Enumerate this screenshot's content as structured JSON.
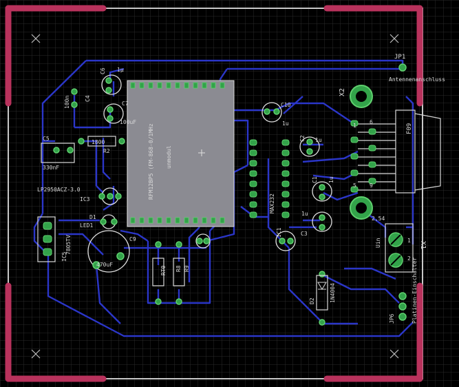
{
  "colors": {
    "background": "#000000",
    "grid": "#2a2a2a",
    "outline": "#c8c8c8",
    "trace": "#2b36c9",
    "copper_top": "#b8325c",
    "pad": "#33a34a",
    "pad_ring": "#5fd06e",
    "silk": "#d8d8d8",
    "module_fill": "#8b8b92"
  },
  "labels": {
    "jp1": "JP1",
    "antenne": "Antennenanschluss",
    "x2": "X2",
    "f09": "F09",
    "c6": "C6",
    "c6_val": "1µ",
    "c4": "C4",
    "c4_val": "100n",
    "c7": "C7",
    "c7_val": "100uF",
    "c5": "C5",
    "c5_val": "330nF",
    "r2_val": "1800",
    "r2": "R2",
    "c10": "C10",
    "c10_val": "1u",
    "c2": "C2",
    "c2_val": "1u",
    "c1": "C1",
    "c1_val": "1u",
    "c3": "C3",
    "c3_val": "1u",
    "ic3_val": "LP2950ACZ-3.0",
    "ic3": "IC3",
    "d1": "D1",
    "led1": "LED1",
    "ic5": "IC5",
    "ic5_val": "7805TV",
    "c9": "C9",
    "c9_val": "470uF",
    "rt0": "RT0",
    "r8": "R8",
    "r9": "R9",
    "ic1": "IC1",
    "max232": "MAX232",
    "d2": "D2",
    "d2_val": "1N4004",
    "x1": "X1",
    "uin": "Uin",
    "dim_254": "2,54",
    "jp6": "JP6",
    "platinen": "Platinen-Einschalter",
    "module_text": "RFM12BP5 (FM-868-0/1MHz",
    "module_text2": "unmodul",
    "pin1": "1",
    "pin6": "6",
    "pin5": "5",
    "pin9": "9",
    "x1_1": "1",
    "x1_2": "2"
  }
}
